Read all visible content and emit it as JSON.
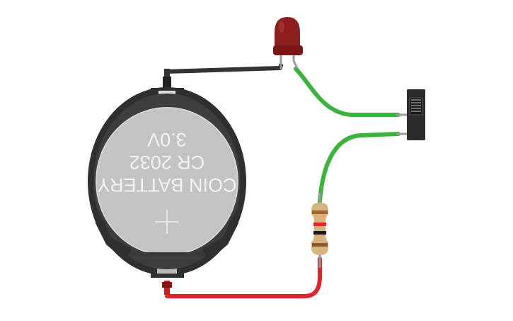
{
  "battery": {
    "label_line1": "COIN BATTERY",
    "label_line2": "CR 2032",
    "label_line3": "3.0V",
    "polarity_symbol": "+"
  },
  "components": {
    "led": {
      "color": "#8e1d1d"
    },
    "switch": {
      "color": "#2b2b2b"
    },
    "resistor": {
      "body_color": "#d9b37c",
      "bands": [
        "#a1652f",
        "#e3262b",
        "#1a1a1a",
        "#8a5a2b"
      ]
    }
  },
  "wires": {
    "black": "#333333",
    "green": "#3cb43c",
    "red": "#e0252a"
  }
}
